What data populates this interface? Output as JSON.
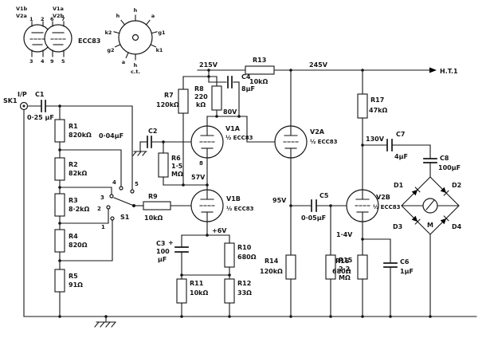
{
  "pinout_ref": {
    "sections": [
      "V1b",
      "V2a",
      "V1a",
      "V2b"
    ],
    "tube_type": "ECC83",
    "top_pins": [
      "1",
      "2",
      "6",
      "7"
    ],
    "bottom_pins": [
      "3",
      "4",
      "9",
      "5"
    ],
    "base_labels": [
      "h",
      "h",
      "a",
      "k2",
      "g1",
      "g2",
      "k1",
      "a",
      "h",
      "c.t."
    ]
  },
  "rails": {
    "v215": "215V",
    "v245": "245V",
    "ht": "H.T.1"
  },
  "input": {
    "socket": "SK1",
    "port": "I/P"
  },
  "selector": {
    "ref": "S1",
    "positions": [
      "1",
      "2",
      "3",
      "4",
      "5"
    ]
  },
  "tubes": {
    "v1a": {
      "ref": "V1A",
      "type": "½ ECC83",
      "pin": "8"
    },
    "v1b": {
      "ref": "V1B",
      "type": "½ ECC83"
    },
    "v2a": {
      "ref": "V2A",
      "type": "½ ECC83"
    },
    "v2b": {
      "ref": "V2B",
      "type": "½ ECC83"
    }
  },
  "resistors": {
    "r1": {
      "ref": "R1",
      "val": "820kΩ"
    },
    "r2": {
      "ref": "R2",
      "val": "82kΩ"
    },
    "r3": {
      "ref": "R3",
      "val": "8·2kΩ"
    },
    "r4": {
      "ref": "R4",
      "val": "820Ω"
    },
    "r5": {
      "ref": "R5",
      "val": "91Ω"
    },
    "r6": {
      "ref": "R6",
      "val1": "1·5",
      "val2": "MΩ"
    },
    "r7": {
      "ref": "R7",
      "val": "120kΩ"
    },
    "r8": {
      "ref": "R8",
      "val1": "220",
      "val2": "kΩ"
    },
    "r9": {
      "ref": "R9",
      "val": "10kΩ"
    },
    "r10": {
      "ref": "R10",
      "val": "680Ω"
    },
    "r11": {
      "ref": "R11",
      "val": "10kΩ"
    },
    "r12": {
      "ref": "R12",
      "val": "33Ω"
    },
    "r13": {
      "ref": "R13",
      "val": "10kΩ"
    },
    "r14": {
      "ref": "R14",
      "val": "120kΩ"
    },
    "r15": {
      "ref": "R15",
      "val1": "2·2",
      "val2": "MΩ"
    },
    "r16": {
      "ref": "R16",
      "val": "680Ω"
    },
    "r17": {
      "ref": "R17",
      "val": "47kΩ"
    }
  },
  "capacitors": {
    "c1": {
      "ref": "C1",
      "val": "0·25 μF"
    },
    "c2": {
      "ref": "C2",
      "val": "0·04μF"
    },
    "c3": {
      "ref": "C3",
      "val1": "100",
      "val2": "μF",
      "polarity": "+"
    },
    "c4": {
      "ref": "C4",
      "val": "8μF"
    },
    "c5": {
      "ref": "C5",
      "val": "0·05μF"
    },
    "c6": {
      "ref": "C6",
      "val": "1μF"
    },
    "c7": {
      "ref": "C7",
      "val": "4μF"
    },
    "c8": {
      "ref": "C8",
      "val": "100μF"
    }
  },
  "bridge": {
    "d1": "D1",
    "d2": "D2",
    "d3": "D3",
    "d4": "D4",
    "meter": "M"
  },
  "voltages": {
    "v80": "80V",
    "v57": "57V",
    "v95": "95V",
    "v130": "130V",
    "v6": "+6V",
    "v14": "1·4V"
  }
}
